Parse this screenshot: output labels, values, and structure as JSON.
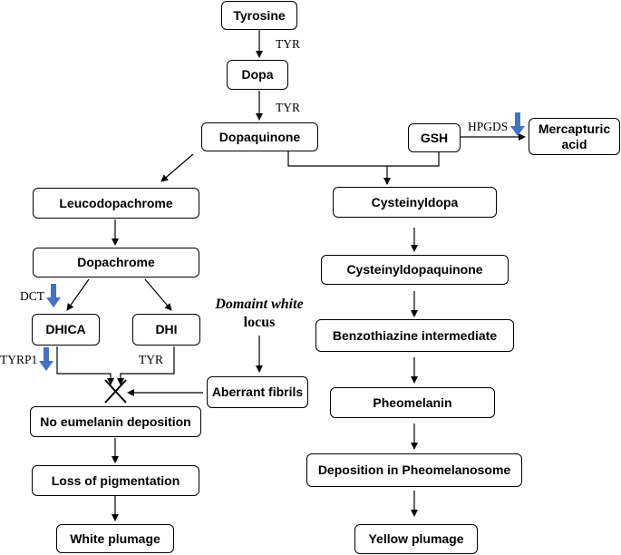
{
  "nodes": {
    "tyrosine": "Tyrosine",
    "dopa": "Dopa",
    "dopaquinone": "Dopaquinone",
    "gsh": "GSH",
    "mercapturic": "Mercapturic acid",
    "leucodopachrome": "Leucodopachrome",
    "cysteinyldopa": "Cysteinyldopa",
    "dopachrome": "Dopachrome",
    "cysteinyldopaquinone": "Cysteinyldopaquinone",
    "dhica": "DHICA",
    "dhi": "DHI",
    "benzothiazine": "Benzothiazine intermediate",
    "aberrant_fibrils": "Aberrant fibrils",
    "pheomelanin": "Pheomelanin",
    "no_eumelanin": "No eumelanin deposition",
    "deposition_pheo": "Deposition in Pheomelanosome",
    "loss_pigmentation": "Loss of pigmentation",
    "white_plumage": "White plumage",
    "yellow_plumage": "Yellow plumage"
  },
  "enzymes": {
    "tyr1": "TYR",
    "tyr2": "TYR",
    "tyr3": "TYR",
    "hpgds": "HPGDS",
    "dct": "DCT",
    "tyrp1": "TYRP1"
  },
  "locus": {
    "line1": "Domaint white",
    "line2": "locus"
  },
  "colors": {
    "down_regulation_arrow": "#4472c4",
    "lines": "#000000"
  }
}
